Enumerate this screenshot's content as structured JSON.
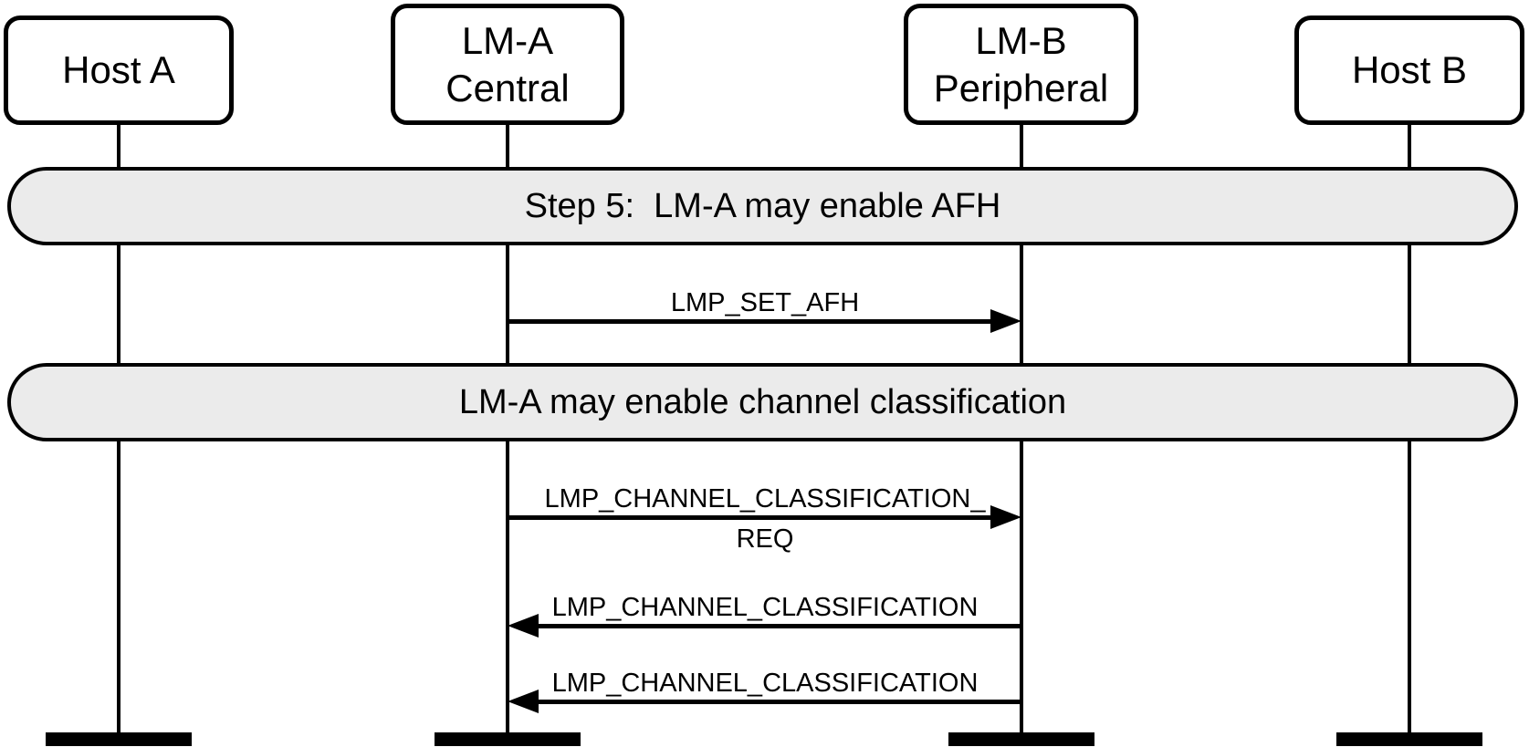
{
  "diagram": {
    "kind": "sequence-diagram",
    "background": "#ffffff"
  },
  "actors": [
    {
      "id": "host-a",
      "line1": "Host A",
      "line2": ""
    },
    {
      "id": "lm-a",
      "line1": "LM-A",
      "line2": "Central"
    },
    {
      "id": "lm-b",
      "line1": "LM-B",
      "line2": "Peripheral"
    },
    {
      "id": "host-b",
      "line1": "Host B",
      "line2": ""
    }
  ],
  "bands": [
    {
      "label": "Step 5:  LM-A may enable AFH"
    },
    {
      "label": "LM-A may enable channel classification"
    }
  ],
  "messages": [
    {
      "from": "LM-A Central",
      "to": "LM-B Peripheral",
      "direction": "right",
      "label_line1": "LMP_SET_AFH",
      "label_line2": ""
    },
    {
      "from": "LM-A Central",
      "to": "LM-B Peripheral",
      "direction": "right",
      "label_line1": "LMP_CHANNEL_CLASSIFICATION_",
      "label_line2": "REQ"
    },
    {
      "from": "LM-B Peripheral",
      "to": "LM-A Central",
      "direction": "left",
      "label_line1": "LMP_CHANNEL_CLASSIFICATION",
      "label_line2": ""
    },
    {
      "from": "LM-B Peripheral",
      "to": "LM-A Central",
      "direction": "left",
      "label_line1": "LMP_CHANNEL_CLASSIFICATION",
      "label_line2": ""
    }
  ],
  "colors": {
    "stroke": "#000000",
    "text": "#000000",
    "band_fill": "#ebebeb",
    "background": "#ffffff"
  }
}
